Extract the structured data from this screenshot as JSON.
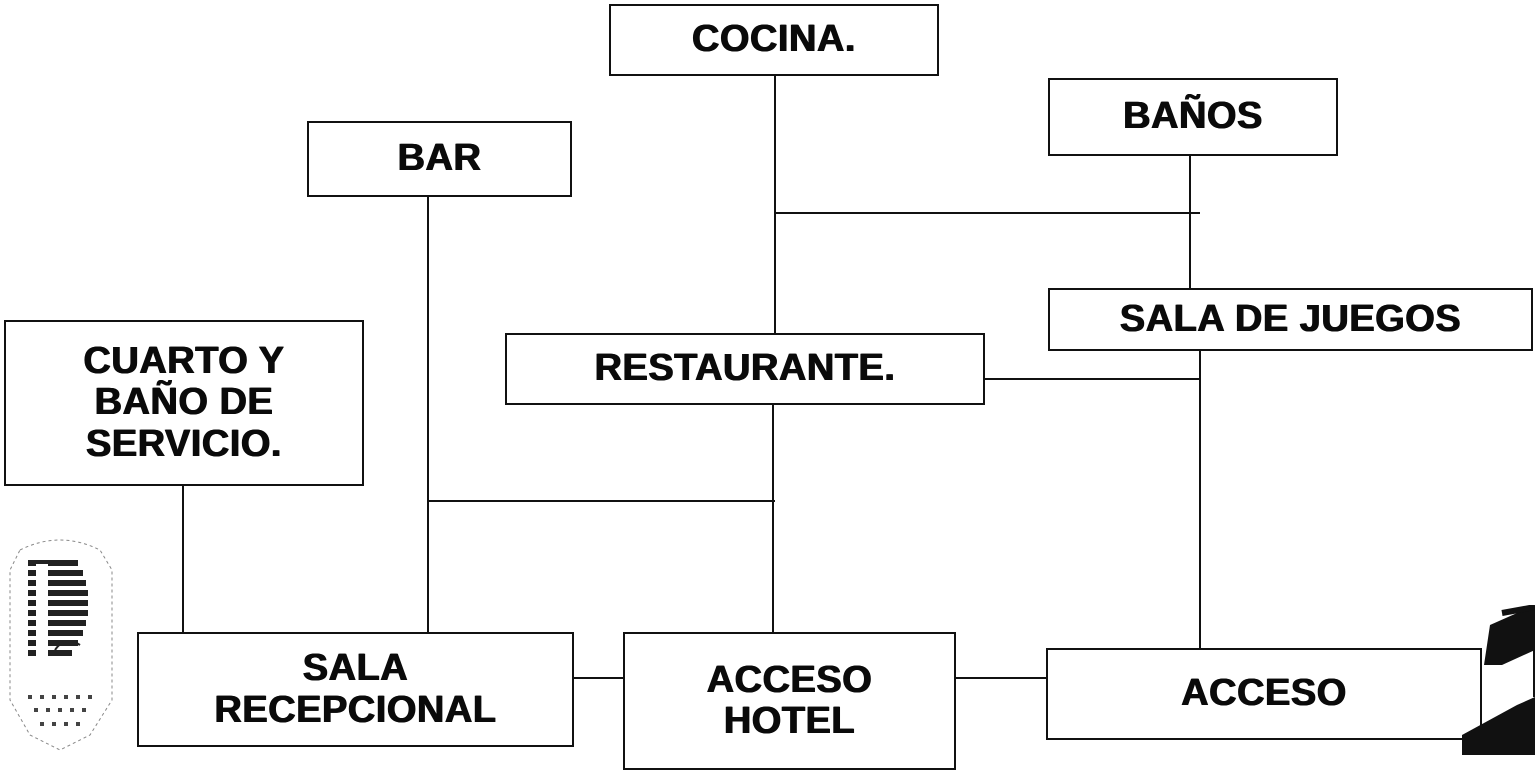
{
  "nodes": {
    "cocina": "COCINA.",
    "banos": "BAÑOS",
    "bar": "BAR",
    "sala_juegos": "SALA DE JUEGOS",
    "restaurante": "RESTAURANTE.",
    "cuarto_servicio": "CUARTO Y\nBAÑO DE\nSERVICIO.",
    "sala_recepcional": "SALA\nRECEPCIONAL",
    "acceso_hotel": "ACCESO\nHOTEL",
    "acceso": "ACCESO"
  },
  "colors": {
    "ink": "#111111",
    "background": "#ffffff"
  },
  "icons": [
    "institution-seal-icon",
    "arrow-graphic-icon"
  ]
}
